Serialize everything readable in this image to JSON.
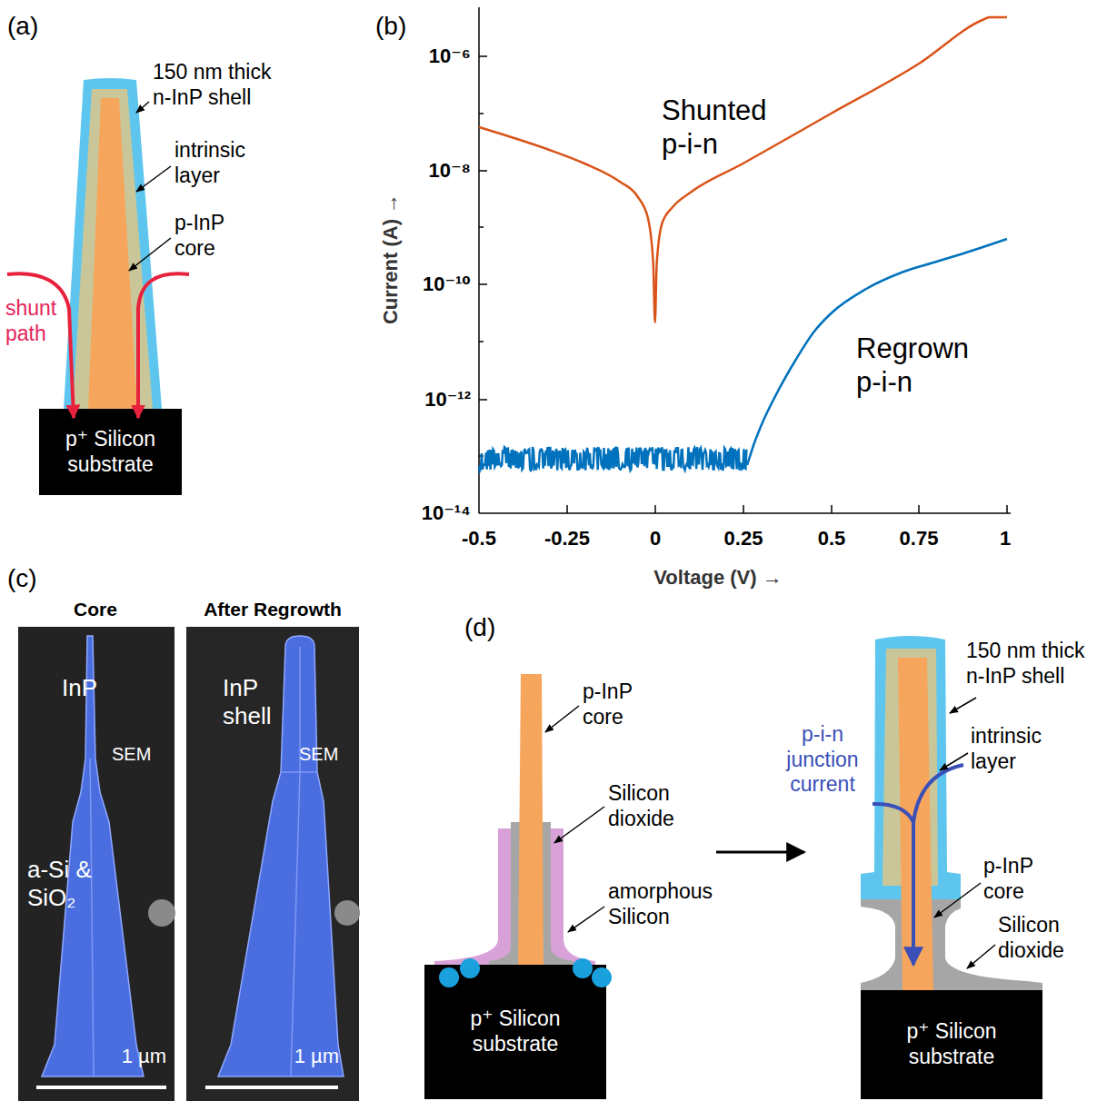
{
  "diagram": {
    "nodes": [
      {
        "text": [
          "p⁺ Silicon substrate"
        ]
      },
      {
        "text": [
          "Core",
          "InP",
          "SEM",
          "a-Si & SiO₂",
          "1 µm"
        ]
      },
      {
        "text": [
          "After Regrowth",
          "InP shell",
          "SEM",
          "1 µm"
        ]
      },
      {
        "text": [
          "p⁺ Silicon substrate"
        ]
      },
      {
        "text": [
          "p⁺ Silicon substrate"
        ]
      }
    ],
    "labels": [
      "(a)",
      "150 nm thick n-InP shell",
      "intrinsic layer",
      "p-InP core",
      "shunt path",
      "(b)",
      "10⁻⁶",
      "10⁻⁸",
      "10⁻¹⁰",
      "10⁻¹²",
      "10⁻¹⁴",
      "-0.5",
      "-0.25",
      "0",
      "0.25",
      "0.5",
      "0.75",
      "1",
      "Current (A) →",
      "Voltage (V) →",
      "Shunted p-i-n",
      "Regrown p-i-n",
      "(c)",
      "(d)",
      "p-InP core",
      "Silicon dioxide",
      "amorphous Silicon",
      "150 nm thick n-InP shell",
      "intrinsic layer",
      "p-i-n junction current",
      "p-InP core",
      "Silicon dioxide"
    ]
  }
}
